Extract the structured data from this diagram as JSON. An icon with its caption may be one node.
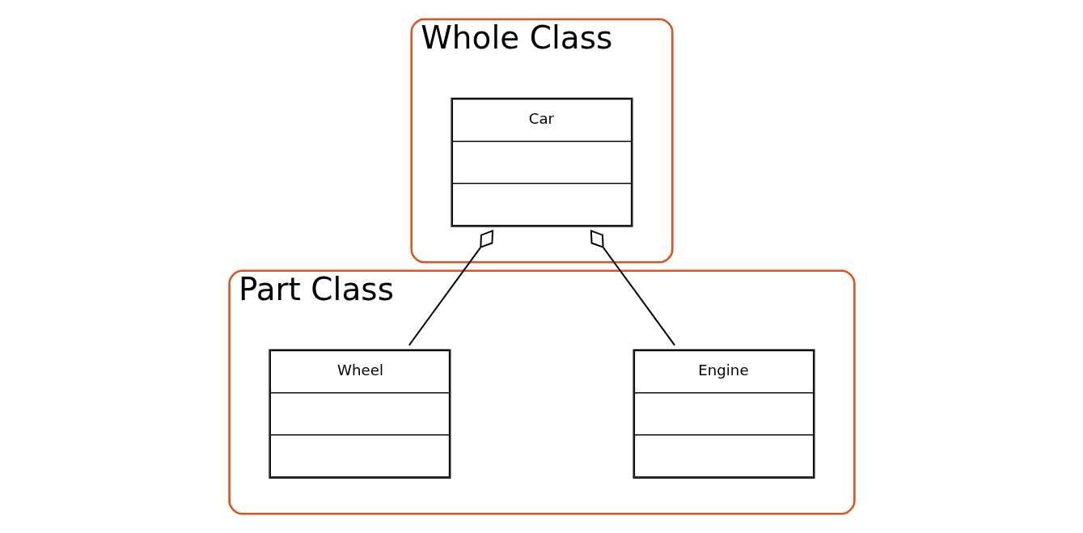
{
  "diagram": {
    "nodes": [
      {
        "text": [
          "Whole Class"
        ]
      },
      {
        "text": [
          "Car"
        ],
        "in": 0
      },
      {
        "text": [
          "Part Class"
        ]
      },
      {
        "text": [
          "Engine"
        ],
        "in": 2
      },
      {
        "text": [
          "Wheel"
        ],
        "in": 2
      }
    ],
    "edges": [
      {
        "from": 1,
        "to": 3,
        "arrow": "other"
      },
      {
        "from": 1,
        "to": 4,
        "arrow": "other"
      }
    ]
  }
}
